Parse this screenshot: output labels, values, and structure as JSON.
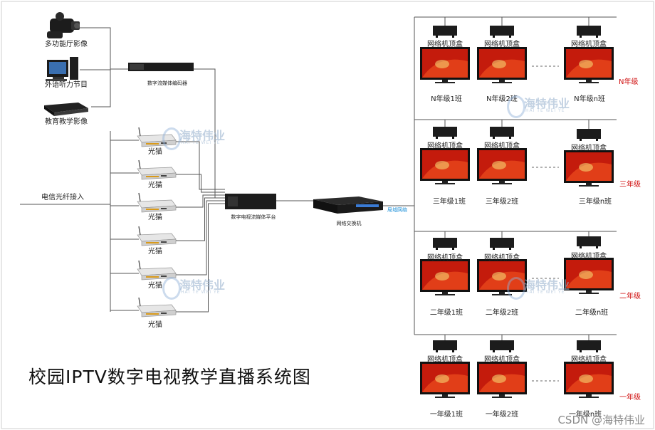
{
  "title": "校园IPTV数字电视教学直播系统图",
  "sources": [
    {
      "label": "多功能厅影像",
      "icon": "video-camera-icon"
    },
    {
      "label": "外语听力节目",
      "icon": "desktop-computer-icon"
    },
    {
      "label": "教育教学影像",
      "icon": "dvd-player-icon"
    }
  ],
  "encoder_label": "数字流媒体编码器",
  "fiber_label": "电信光纤接入",
  "modem_label": "光猫",
  "platform_label": "数字电视流媒体平台",
  "switch_label": "网络交换机",
  "lan_label": "局域网络",
  "stb_label": "网络机顶盒",
  "grades": [
    {
      "grade": "N年级",
      "classes": [
        "N年级1班",
        "N年级2班",
        "N年级n班"
      ]
    },
    {
      "grade": "三年级",
      "classes": [
        "三年级1班",
        "三年级2班",
        "三年级n班"
      ]
    },
    {
      "grade": "二年级",
      "classes": [
        "二年级1班",
        "二年级2班",
        "二年级n班"
      ]
    },
    {
      "grade": "一年级",
      "classes": [
        "一年级1班",
        "一年级2班",
        "一年级n班"
      ]
    }
  ],
  "watermark": {
    "text": "海特伟业",
    "sub": "HAI TE WEI YE"
  },
  "csdn": "CSDN @海特伟业",
  "colors": {
    "grade_text": "#d01010",
    "lan_text": "#1a8fd8",
    "line": "#555555",
    "device": "#1c1c1c",
    "screen": "#c41b0c"
  }
}
